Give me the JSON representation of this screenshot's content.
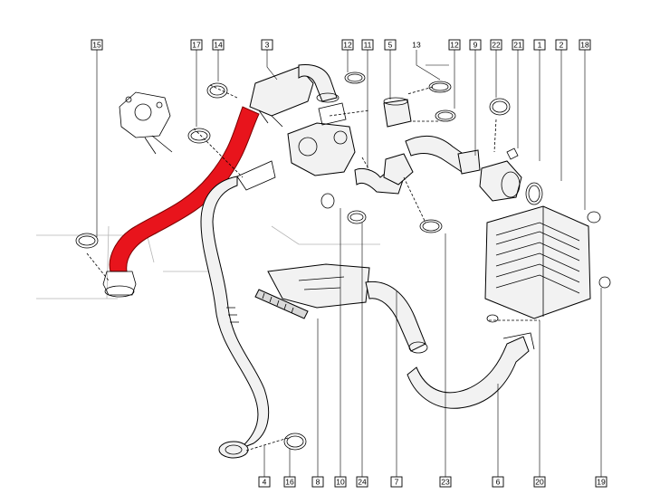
{
  "diagram": {
    "highlight_color": "#e8141c",
    "line_color": "#000000",
    "background": "#ffffff",
    "labels": {
      "top": [
        "15",
        "17",
        "14",
        "3",
        "12",
        "11",
        "5",
        "13",
        "12",
        "9",
        "22",
        "21",
        "1",
        "2",
        "18"
      ],
      "bottom": [
        "4",
        "16",
        "8",
        "10",
        "24",
        "7",
        "23",
        "6",
        "20",
        "19"
      ]
    }
  }
}
